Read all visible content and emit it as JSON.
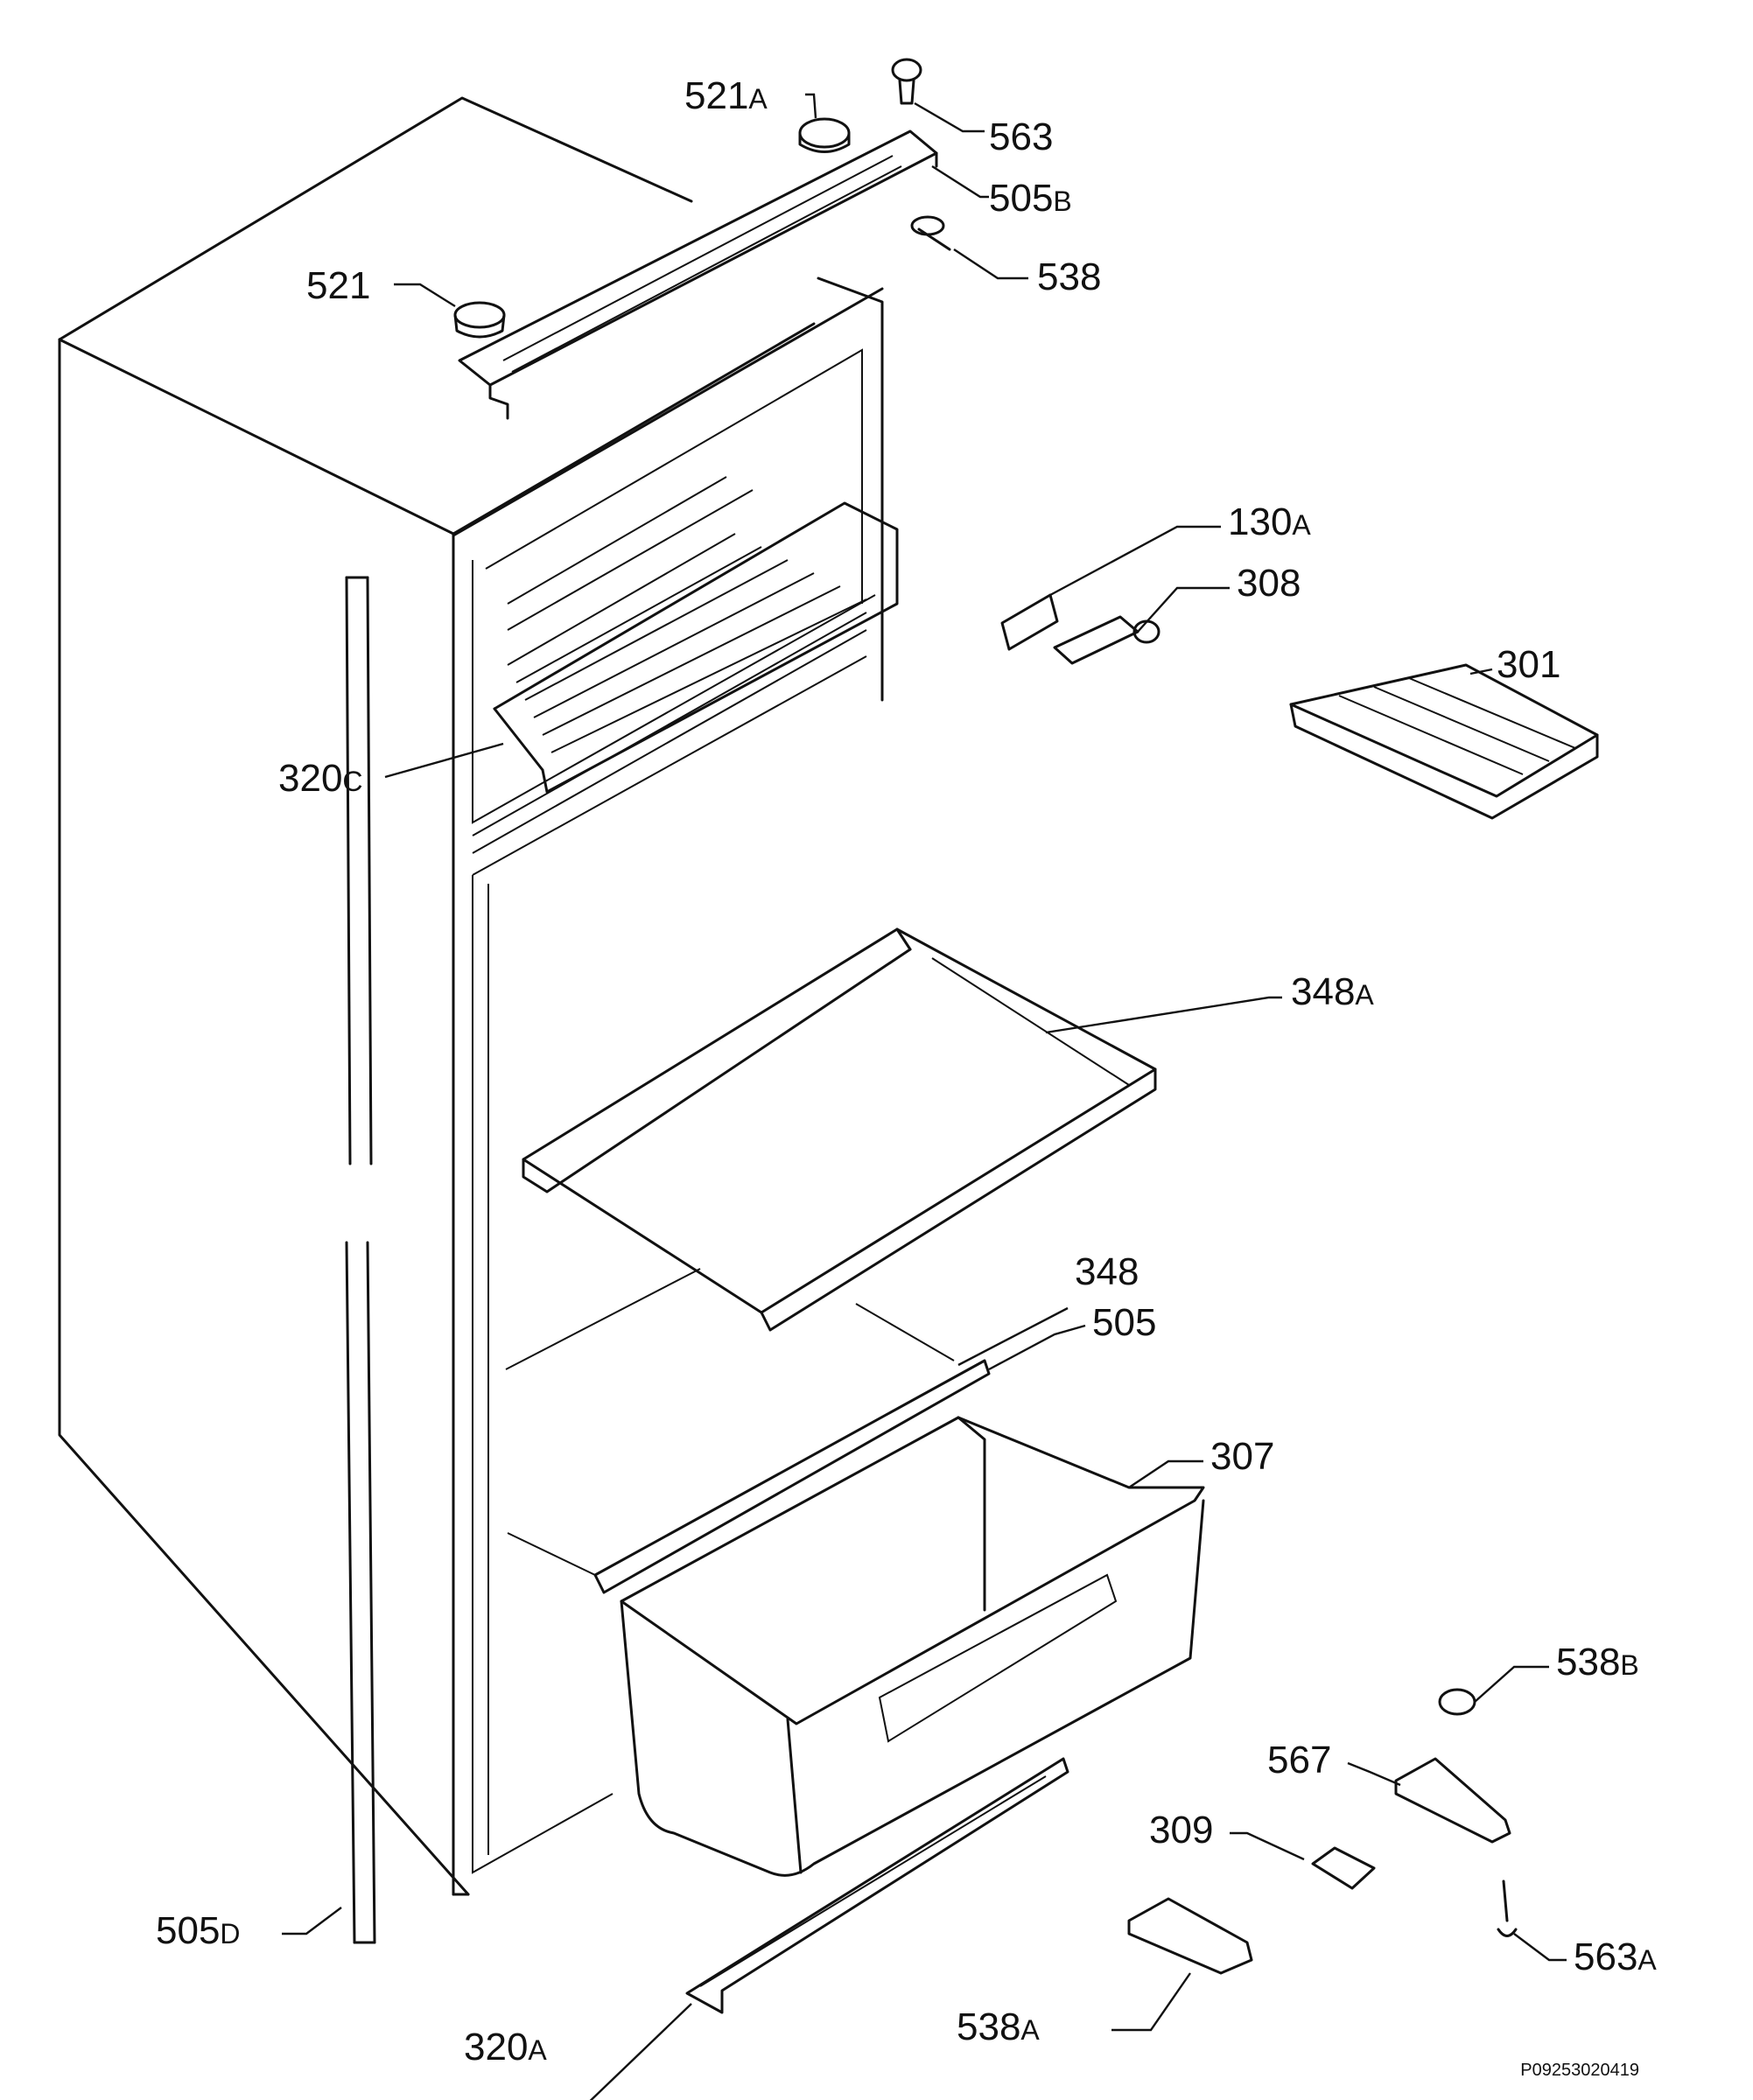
{
  "parts": [
    {
      "id": "p563",
      "number": "563",
      "suffix": ""
    },
    {
      "id": "p521A",
      "number": "521",
      "suffix": "A"
    },
    {
      "id": "p505B",
      "number": "505",
      "suffix": "B"
    },
    {
      "id": "p538",
      "number": "538",
      "suffix": ""
    },
    {
      "id": "p521",
      "number": "521",
      "suffix": ""
    },
    {
      "id": "p130A",
      "number": "130",
      "suffix": "A"
    },
    {
      "id": "p308",
      "number": "308",
      "suffix": ""
    },
    {
      "id": "p301",
      "number": "301",
      "suffix": ""
    },
    {
      "id": "p320C",
      "number": "320",
      "suffix": "C"
    },
    {
      "id": "p348A",
      "number": "348",
      "suffix": "A"
    },
    {
      "id": "p348",
      "number": "348",
      "suffix": ""
    },
    {
      "id": "p505",
      "number": "505",
      "suffix": ""
    },
    {
      "id": "p307",
      "number": "307",
      "suffix": ""
    },
    {
      "id": "p538B",
      "number": "538",
      "suffix": "B"
    },
    {
      "id": "p567",
      "number": "567",
      "suffix": ""
    },
    {
      "id": "p309",
      "number": "309",
      "suffix": ""
    },
    {
      "id": "p505D",
      "number": "505",
      "suffix": "D"
    },
    {
      "id": "p563A",
      "number": "563",
      "suffix": "A"
    },
    {
      "id": "p538A",
      "number": "538",
      "suffix": "A"
    },
    {
      "id": "p320A",
      "number": "320",
      "suffix": "A"
    }
  ],
  "drawing_code": "P09253020419"
}
